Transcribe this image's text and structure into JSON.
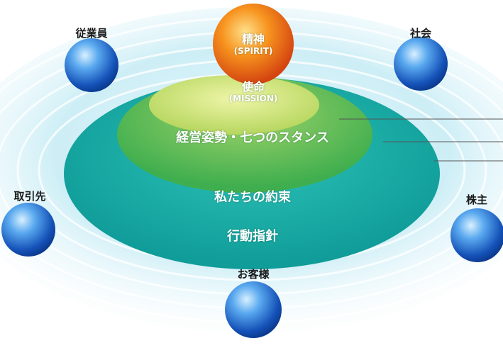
{
  "core": {
    "spirit": {
      "title": "精神",
      "sub": "(SPIRIT)"
    },
    "mission": {
      "title": "使命",
      "sub": "(MISSION)"
    },
    "stance": "経営姿勢・七つのスタンス",
    "promise": "私たちの約束",
    "guideline": "行動指針"
  },
  "stakeholders": {
    "employees": "従業員",
    "society": "社会",
    "partners": "取引先",
    "shareholders": "株主",
    "customers": "お客様"
  },
  "colors": {
    "outer_ring": "#17a3a0",
    "middle_ring": "#5dbb4c",
    "inner_ring": "#c3dc67",
    "spirit_sphere": "#f08a1a",
    "stakeholder_sphere": "#1e66c8",
    "water": "#bfe6f2"
  }
}
